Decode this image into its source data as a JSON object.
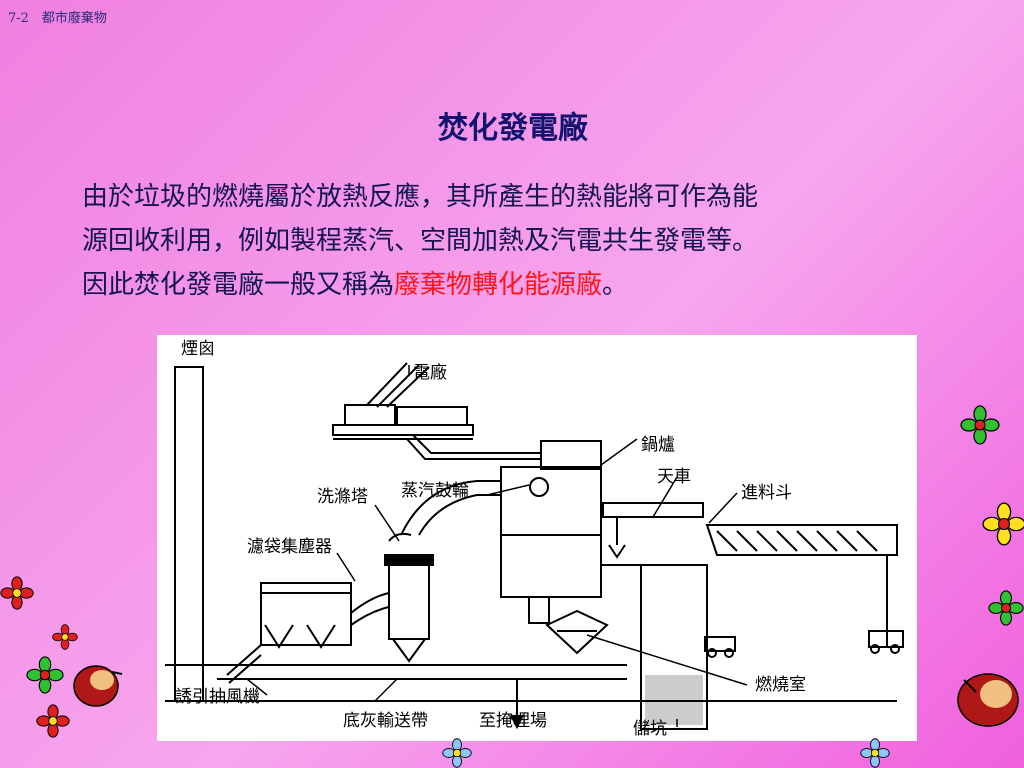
{
  "header": {
    "slide_label": "7-2　都市廢棄物"
  },
  "title": "焚化發電廠",
  "body": {
    "line1": "由於垃圾的燃燒屬於放熱反應，其所產生的熱能將可作為能",
    "line2": "源回收利用，例如製程蒸汽、空間加熱及汽電共生發電等。",
    "line3_prefix": "因此焚化發電廠一般又稱為",
    "line3_highlight": "廢棄物轉化能源廠",
    "line3_suffix": "。"
  },
  "diagram": {
    "labels": {
      "chimney": "煙囪",
      "power_plant": "電廠",
      "boiler": "鍋爐",
      "crane": "天車",
      "hopper": "進料斗",
      "steam_drum": "蒸汽鼓輪",
      "scrubber": "洗滌塔",
      "bag_filter": "濾袋集塵器",
      "fan": "誘引抽風機",
      "ash_conveyor": "底灰輸送帶",
      "landfill": "至掩埋場",
      "bunker": "儲坑",
      "combustion_chamber": "燃燒室"
    }
  },
  "colors": {
    "accent": "#ff1515",
    "title": "#141470"
  }
}
